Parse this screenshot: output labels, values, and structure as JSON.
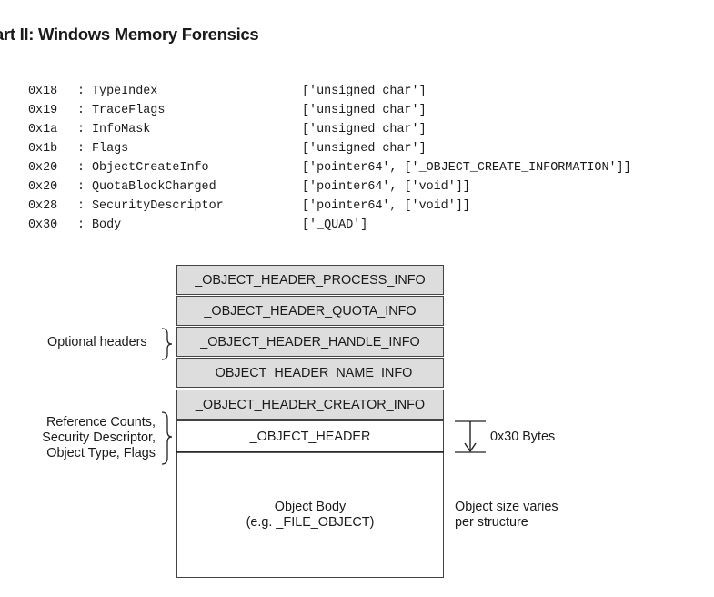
{
  "page_header": "art II: Windows Memory Forensics",
  "code_lines": [
    {
      "offset": "0x18",
      "colon": ":",
      "name": "TypeIndex",
      "type": "['unsigned char']"
    },
    {
      "offset": "0x19",
      "colon": ":",
      "name": "TraceFlags",
      "type": "['unsigned char']"
    },
    {
      "offset": "0x1a",
      "colon": ":",
      "name": "InfoMask",
      "type": "['unsigned char']"
    },
    {
      "offset": "0x1b",
      "colon": ":",
      "name": "Flags",
      "type": "['unsigned char']"
    },
    {
      "offset": "0x20",
      "colon": ":",
      "name": "ObjectCreateInfo",
      "type": "['pointer64', ['_OBJECT_CREATE_INFORMATION']]"
    },
    {
      "offset": "0x20",
      "colon": ":",
      "name": "QuotaBlockCharged",
      "type": "['pointer64', ['void']]"
    },
    {
      "offset": "0x28",
      "colon": ":",
      "name": "SecurityDescriptor",
      "type": "['pointer64', ['void']]"
    },
    {
      "offset": "0x30",
      "colon": ":",
      "name": "Body",
      "type": "['_QUAD']"
    }
  ],
  "diagram": {
    "optional_headers": [
      "_OBJECT_HEADER_PROCESS_INFO",
      "_OBJECT_HEADER_QUOTA_INFO",
      "_OBJECT_HEADER_HANDLE_INFO",
      "_OBJECT_HEADER_NAME_INFO",
      "_OBJECT_HEADER_CREATOR_INFO"
    ],
    "object_header": "_OBJECT_HEADER",
    "body_line1": "Object Body",
    "body_line2": "(e.g. _FILE_OBJECT)",
    "label_optional": "Optional headers",
    "label_refs": [
      "Reference Counts,",
      "Security Descriptor,",
      "Object Type, Flags"
    ],
    "label_size": "0x30 Bytes",
    "label_varies": [
      "Object size varies",
      "per structure"
    ]
  },
  "colors": {
    "optional_header_fill": "#dddddd",
    "border": "#444444"
  }
}
